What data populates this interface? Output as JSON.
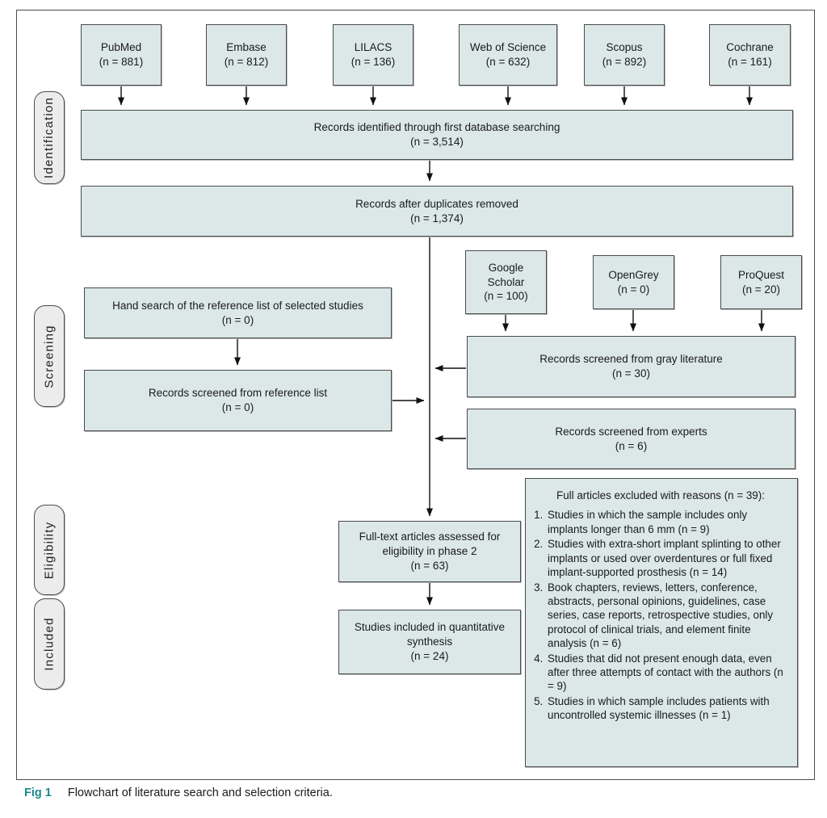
{
  "colors": {
    "box_fill": "#dce8e8",
    "box_border": "#4a4a4a",
    "pill_fill": "#ececec",
    "accent_teal": "#1d878d",
    "text": "#1a1a1a"
  },
  "stages": [
    "Identification",
    "Screening",
    "Eligibility",
    "Included"
  ],
  "databases": [
    {
      "name": "PubMed",
      "count": "(n = 881)"
    },
    {
      "name": "Embase",
      "count": "(n = 812)"
    },
    {
      "name": "LILACS",
      "count": "(n = 136)"
    },
    {
      "name": "Web of Science",
      "count": "(n = 632)"
    },
    {
      "name": "Scopus",
      "count": "(n = 892)"
    },
    {
      "name": "Cochrane",
      "count": "(n = 161)"
    }
  ],
  "gray_sources": [
    {
      "name": "Google\nScholar",
      "count": "(n = 100)"
    },
    {
      "name": "OpenGrey",
      "count": "(n = 0)"
    },
    {
      "name": "ProQuest",
      "count": "(n = 20)"
    }
  ],
  "flow": {
    "identified": {
      "text": "Records identified through first database searching",
      "count": "(n = 3,514)"
    },
    "deduplicated": {
      "text": "Records after duplicates removed",
      "count": "(n = 1,374)"
    },
    "hand_search": {
      "text": "Hand search of the reference list of selected studies",
      "count": "(n = 0)"
    },
    "reference_list": {
      "text": "Records screened from reference list",
      "count": "(n = 0)"
    },
    "gray_literature": {
      "text": "Records screened from gray literature",
      "count": "(n = 30)"
    },
    "experts": {
      "text": "Records screened from experts",
      "count": "(n = 6)"
    },
    "fulltext": {
      "text": "Full-text articles assessed for eligibility in phase 2",
      "count": "(n = 63)"
    },
    "included": {
      "text": "Studies included in quantitative synthesis",
      "count": "(n = 24)"
    }
  },
  "exclusions": {
    "title": "Full articles excluded with reasons (n = 39):",
    "items": [
      "Studies in which the sample includes only implants longer than 6 mm (n = 9)",
      "Studies with extra-short implant splinting to other implants or used over overdentures or full fixed implant-supported prosthesis (n = 14)",
      "Book chapters, reviews, letters, conference, abstracts, personal opinions, guidelines, case series, case reports, retrospective studies, only protocol of clinical trials, and element finite analysis (n = 6)",
      "Studies that did not present enough data, even after three attempts of contact with the authors (n = 9)",
      "Studies in which sample includes patients with uncontrolled systemic illnesses (n = 1)"
    ]
  },
  "caption": {
    "fig": "Fig 1",
    "text": "Flowchart of literature search and selection criteria."
  }
}
